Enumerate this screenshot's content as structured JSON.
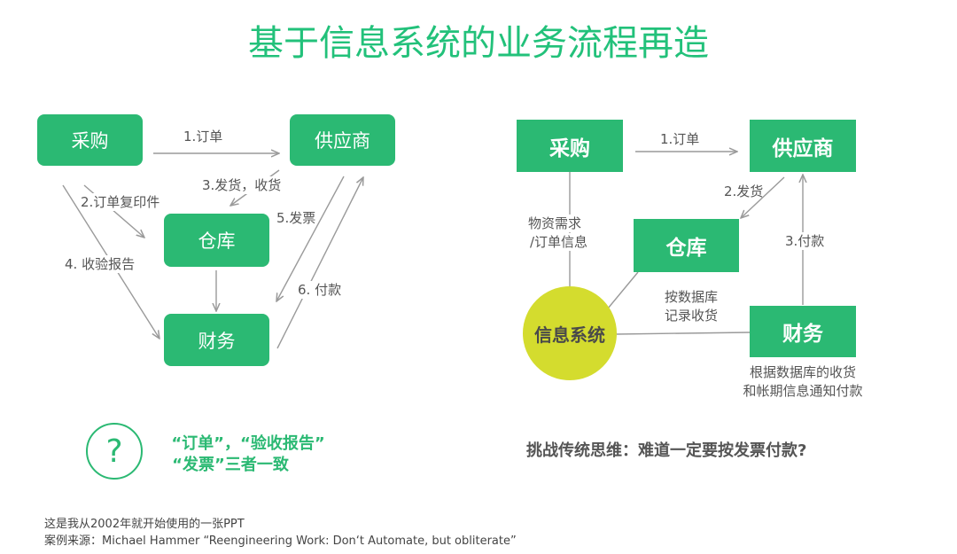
{
  "title": "基于信息系统的业务流程再造",
  "left": {
    "nodes": {
      "purchase": "采购",
      "supplier": "供应商",
      "warehouse": "仓库",
      "finance": "财务"
    },
    "edges": {
      "e1": "1.订单",
      "e2": "2.订单复印件",
      "e3": "3.发货，收货",
      "e4": "4. 收验报告",
      "e5": "5.发票",
      "e6": "6. 付款"
    }
  },
  "right": {
    "nodes": {
      "purchase": "采购",
      "supplier": "供应商",
      "warehouse": "仓库",
      "finance": "财务",
      "system": "信息系统"
    },
    "edges": {
      "e1": "1.订单",
      "e2": "2.发货",
      "e3": "3.付款",
      "demand1": "物资需求",
      "demand2": "/订单信息",
      "record1": "按数据库",
      "record2": "记录收货",
      "notify1": "根据数据库的收货",
      "notify2": "和帐期信息通知付款"
    }
  },
  "question": {
    "icon": "?",
    "line1": "“订单”，“验收报告”",
    "line2": "“发票”三者一致"
  },
  "challenge": "挑战传统思维：难道一定要按发票付款?",
  "footer": {
    "line1": "这是我从2002年就开始使用的一张PPT",
    "line2": "案例来源：Michael Hammer  “Reengineering Work: Don‘t Automate, but obliterate”"
  },
  "colors": {
    "green": "#2bb973",
    "circle": "#d4dc2e",
    "arrow": "#9a9a9a"
  }
}
